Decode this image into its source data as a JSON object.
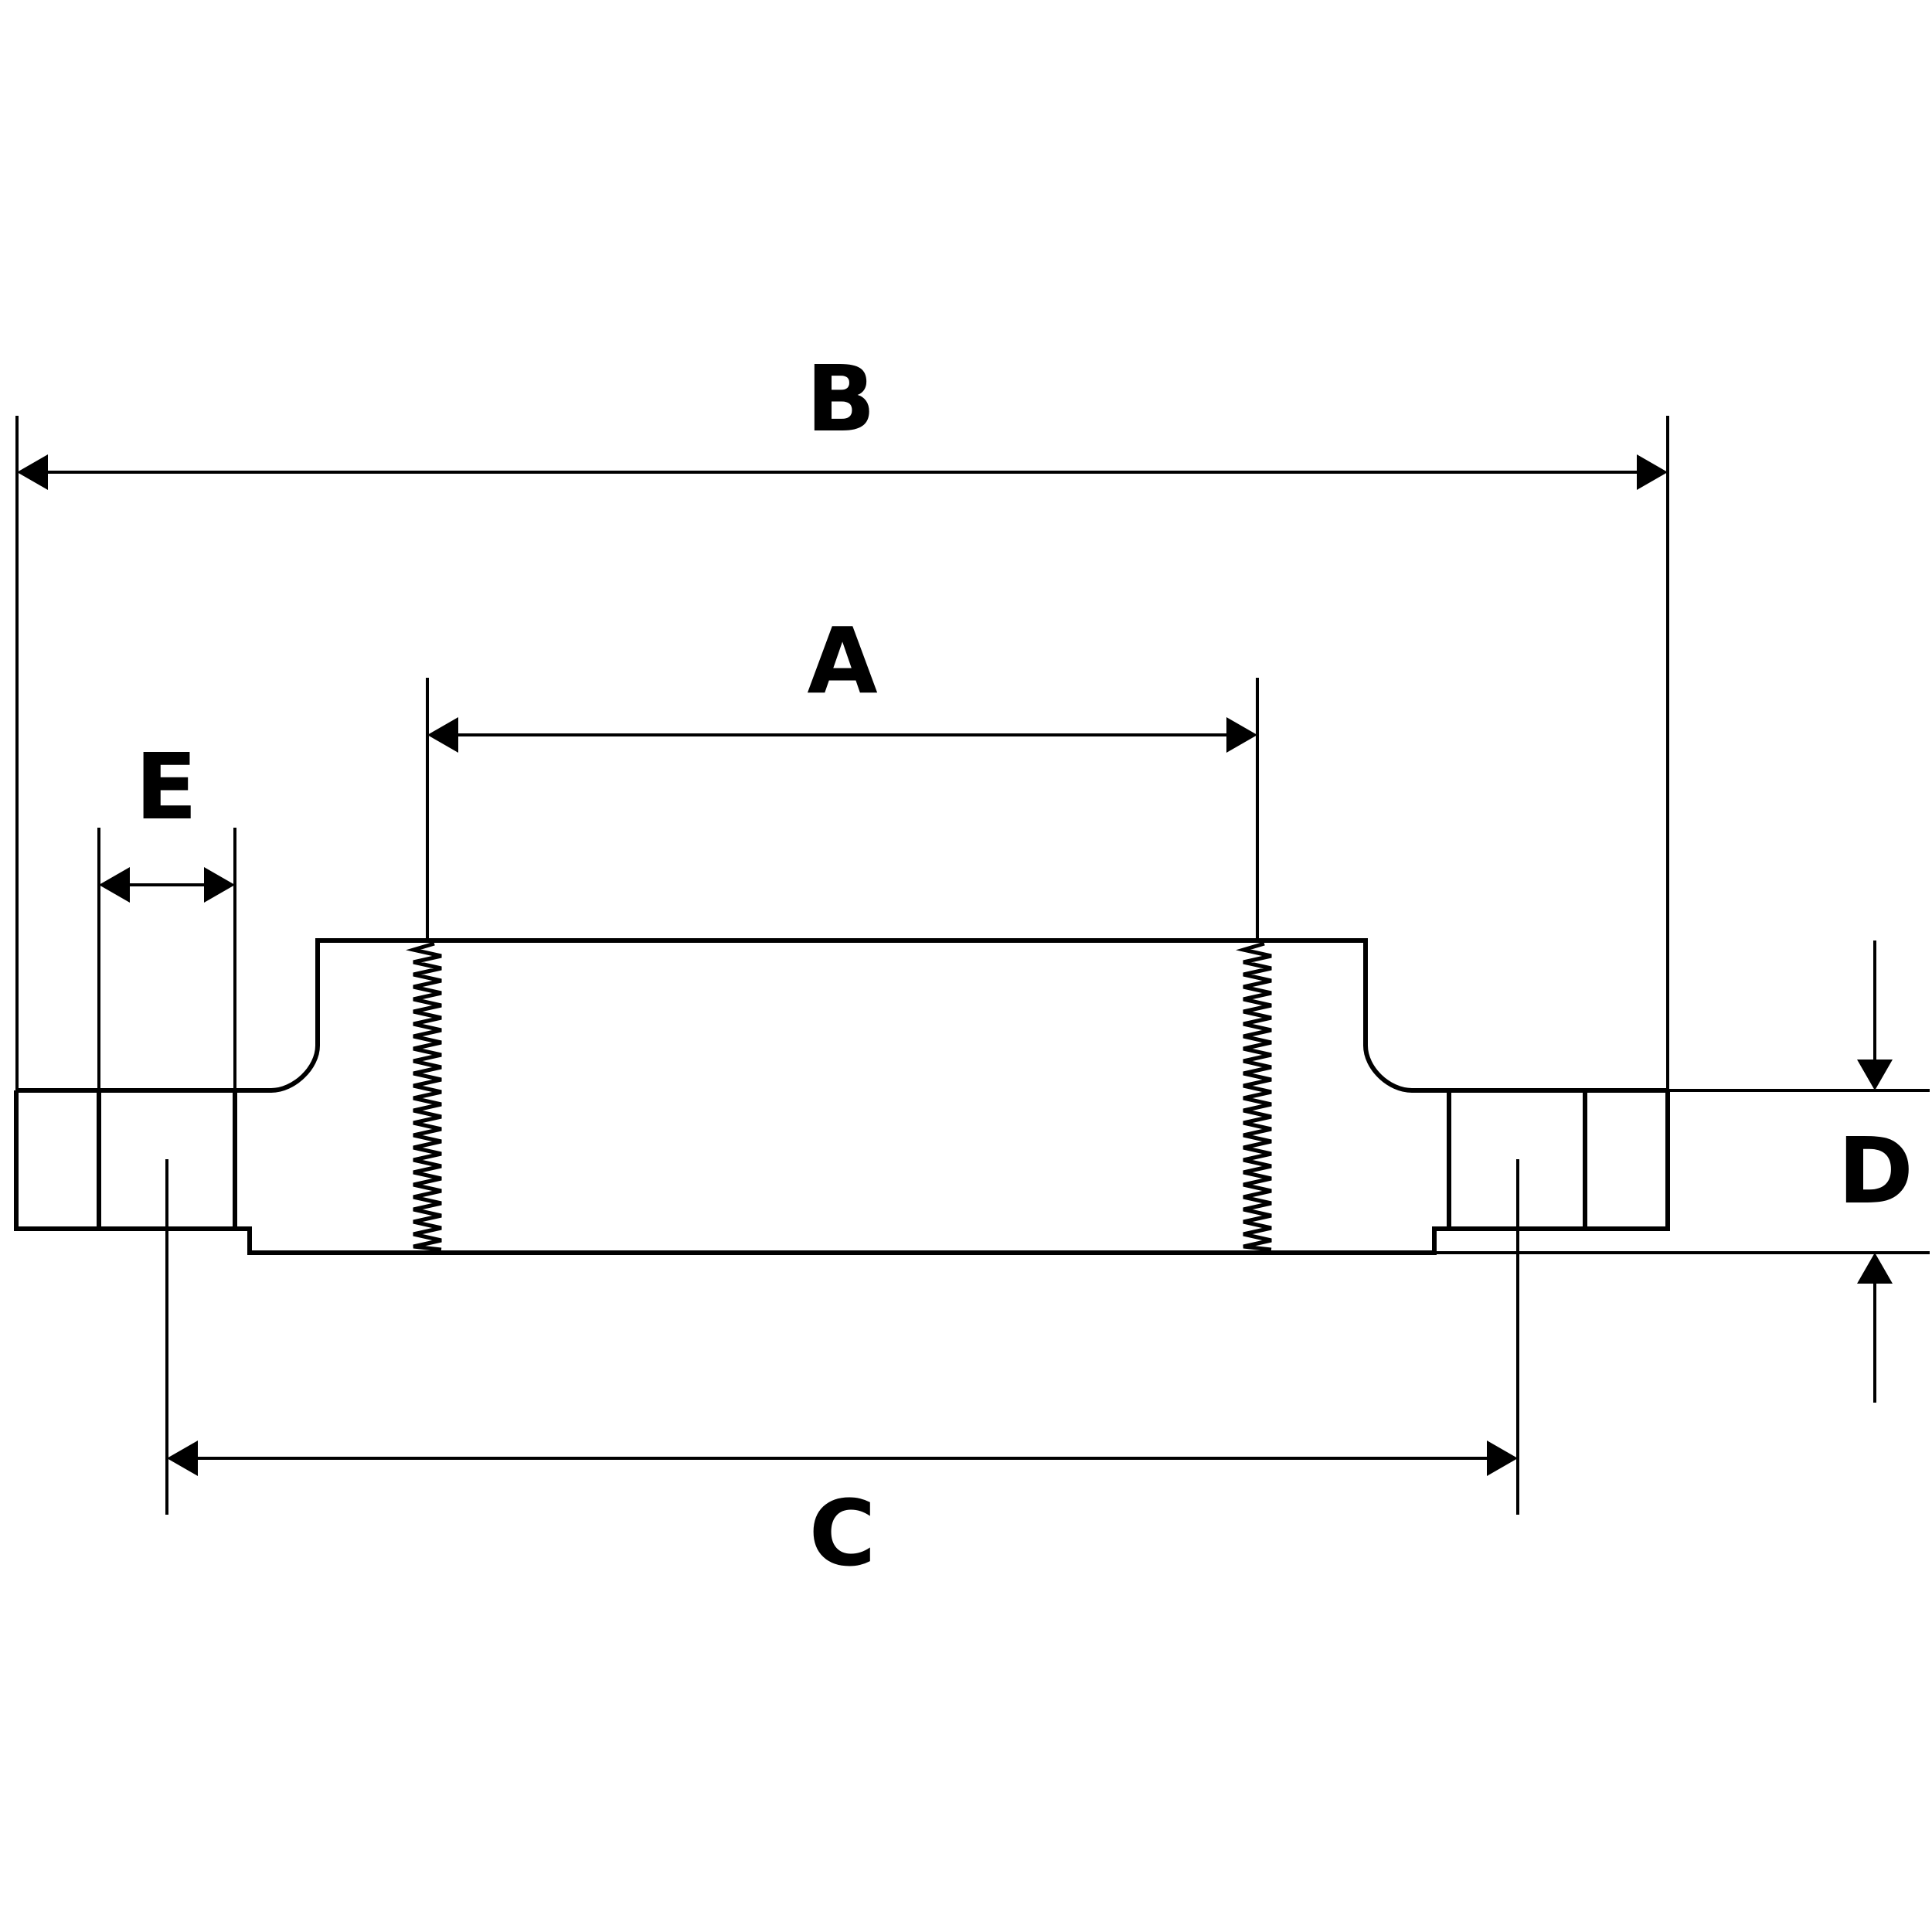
{
  "dimensions": {
    "A": "A",
    "B": "B",
    "C": "C",
    "D": "D",
    "E": "E"
  },
  "colors": {
    "line": "#000000",
    "background": "#ffffff"
  }
}
